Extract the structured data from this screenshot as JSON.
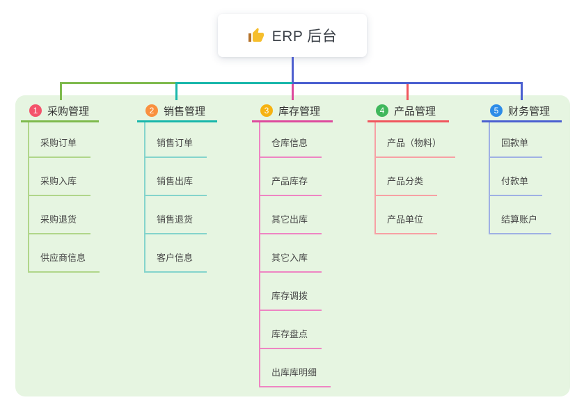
{
  "root": {
    "title": "ERP 后台",
    "icon": "thumbs-up",
    "icon_color": "#f6be2c"
  },
  "colors": {
    "canvas_bg": "#e6f5e1",
    "trunk": "#4f60cf"
  },
  "branches": [
    {
      "badge": "1",
      "title": "采购管理",
      "badge_color": "#f4536b",
      "line_color": "#7eba4d",
      "child_line_color": "#b0d68a",
      "children": [
        "采购订单",
        "采购入库",
        "采购退货",
        "供应商信息"
      ]
    },
    {
      "badge": "2",
      "title": "销售管理",
      "badge_color": "#f9903f",
      "line_color": "#19b7ab",
      "child_line_color": "#84d4cc",
      "children": [
        "销售订单",
        "销售出库",
        "销售退货",
        "客户信息"
      ]
    },
    {
      "badge": "3",
      "title": "库存管理",
      "badge_color": "#f6b211",
      "line_color": "#dd4a9d",
      "child_line_color": "#ee85c3",
      "children": [
        "仓库信息",
        "产品库存",
        "其它出库",
        "其它入库",
        "库存调拨",
        "库存盘点",
        "出库库明细"
      ]
    },
    {
      "badge": "4",
      "title": "产品管理",
      "badge_color": "#3fb75c",
      "line_color": "#f0565e",
      "child_line_color": "#f7a0a4",
      "children": [
        "产品（物料）",
        "产品分类",
        "产品单位"
      ]
    },
    {
      "badge": "5",
      "title": "财务管理",
      "badge_color": "#2d8ce8",
      "line_color": "#4a5fd0",
      "child_line_color": "#9fb0e4",
      "children": [
        "回款单",
        "付款单",
        "结算账户"
      ]
    }
  ]
}
